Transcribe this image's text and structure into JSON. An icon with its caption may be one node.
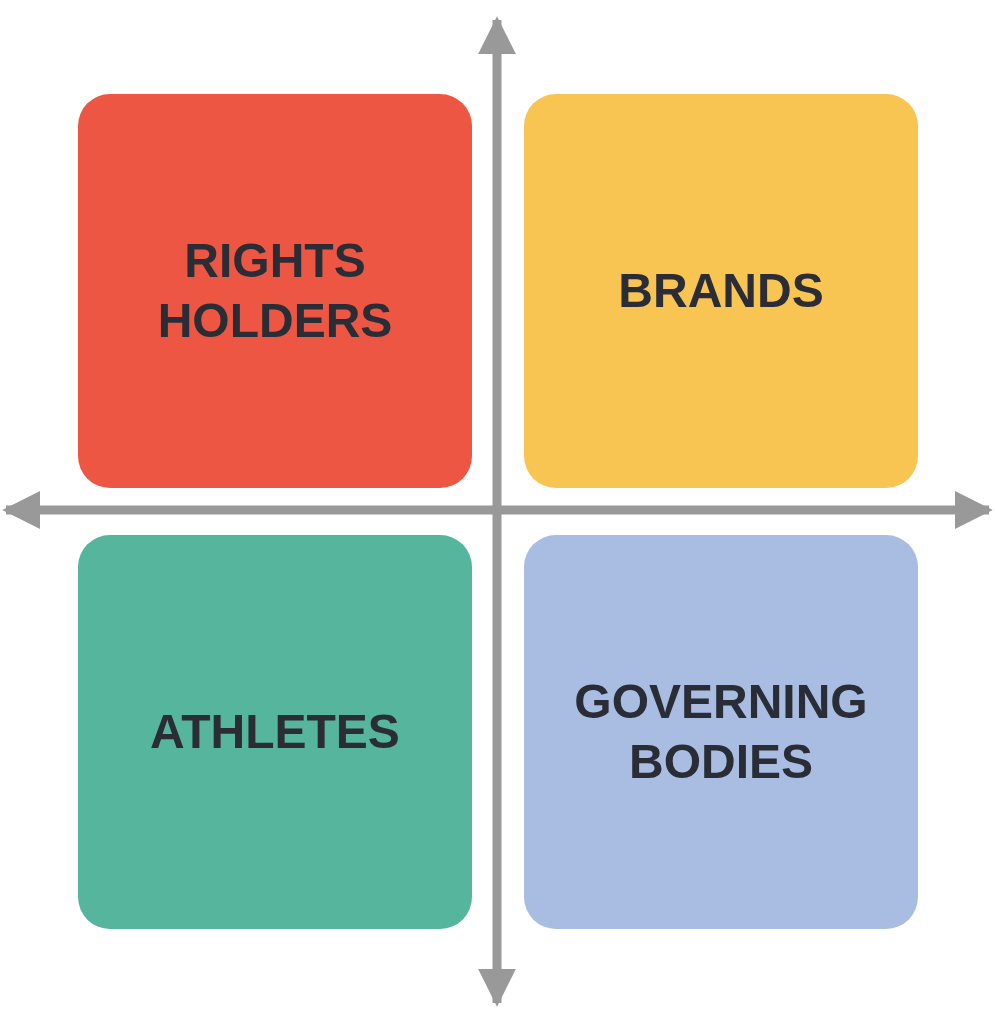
{
  "diagram": {
    "nodes": [
      {
        "text": [
          "RIGHTS HOLDERS"
        ]
      },
      {
        "text": [
          "BRANDS"
        ]
      },
      {
        "text": [
          "ATHLETES"
        ]
      },
      {
        "text": [
          "GOVERNING BODIES"
        ]
      }
    ],
    "edges": []
  }
}
